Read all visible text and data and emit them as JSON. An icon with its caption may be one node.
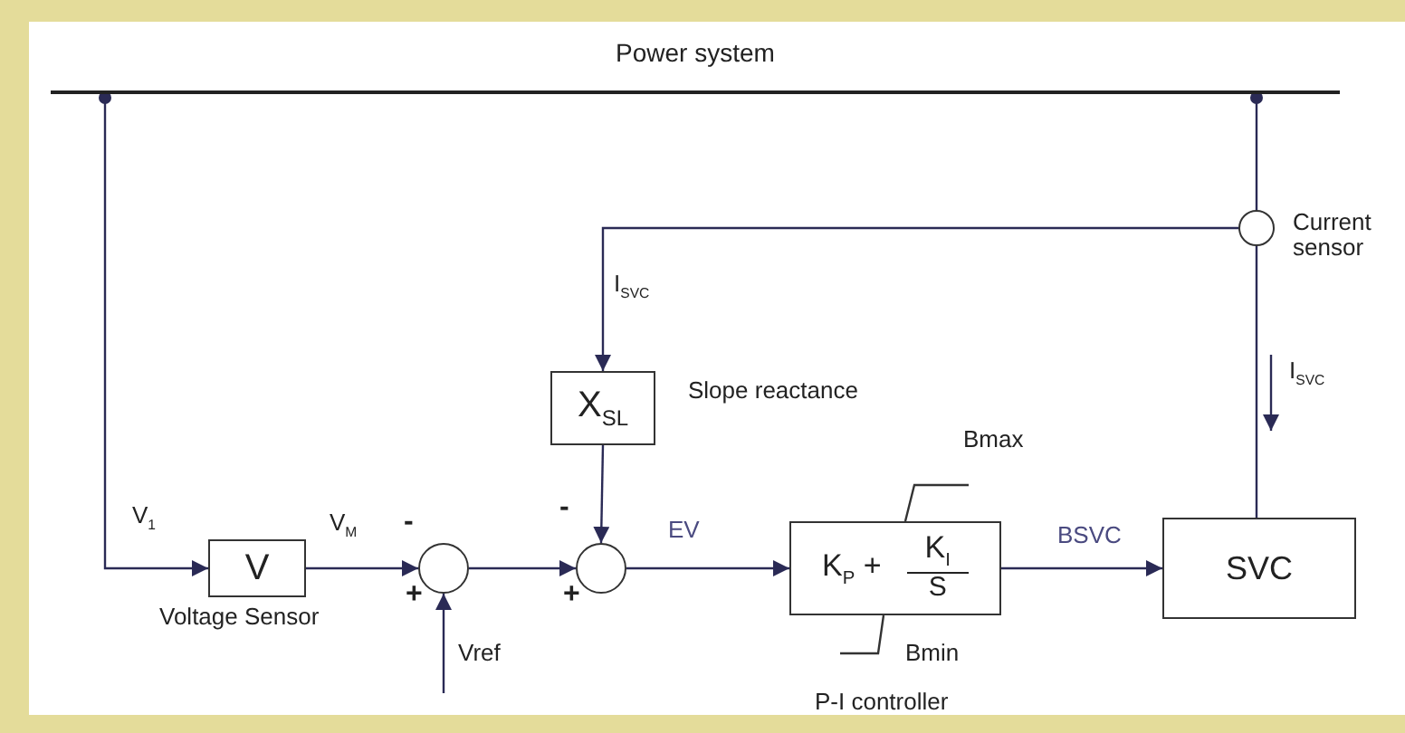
{
  "diagram": {
    "nodes": [
      {
        "text": [
          "Power system"
        ]
      },
      {
        "text": [
          "V"
        ],
        "beside": [
          "Voltage Sensor"
        ]
      },
      {
        "text": [],
        "shape": "circle"
      },
      {
        "text": [],
        "shape": "circle"
      },
      {
        "text": [
          "X$_{SL}$"
        ],
        "beside": [
          "Slope reactance"
        ]
      },
      {
        "text": [
          "K$_{P}$ +",
          "K$_{I}$",
          "S"
        ],
        "beside": [
          "Bmax",
          "Bmin",
          "P-I controller"
        ]
      },
      {
        "text": [
          "SVC"
        ]
      },
      {
        "text": [],
        "shape": "circle",
        "beside": [
          "Current sensor"
        ]
      }
    ],
    "edges": [
      {
        "from": 0,
        "to": 1,
        "arrow": "to",
        "label": "V$_{1}$"
      },
      {
        "from": 1,
        "to": 2,
        "arrow": "to",
        "label": "V$_{M}$"
      },
      {
        "from": null,
        "to": 2,
        "arrow": "to",
        "label": "Vref"
      },
      {
        "from": 2,
        "to": 3,
        "arrow": "to"
      },
      {
        "from": 7,
        "to": 4,
        "arrow": "to",
        "label": "I$_{SVC}$"
      },
      {
        "from": 4,
        "to": 3,
        "arrow": "to"
      },
      {
        "from": 3,
        "to": 5,
        "arrow": "to",
        "label": "EV"
      },
      {
        "from": 5,
        "to": 6,
        "arrow": "to",
        "label": "BSVC"
      },
      {
        "from": 6,
        "to": 7,
        "arrow": "none"
      },
      {
        "from": 7,
        "to": 0,
        "arrow": "other"
      }
    ],
    "labels": [
      "-",
      "-",
      "+",
      "+",
      "I$_{SVC}$"
    ]
  }
}
